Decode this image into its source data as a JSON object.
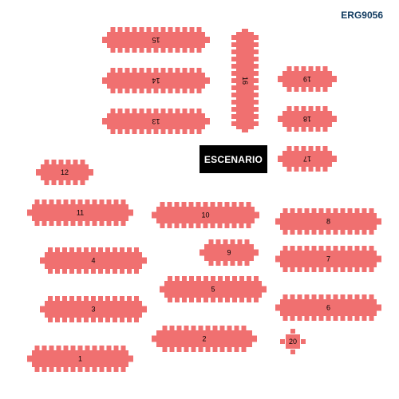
{
  "header": {
    "code": "ERG9056"
  },
  "stage": {
    "label": "ESCENARIO"
  },
  "colors": {
    "table": "#f07070",
    "stage_bg": "#000000",
    "stage_text": "#ffffff",
    "code_text": "#0f3a5f"
  },
  "tables": [
    {
      "label": "15",
      "orientation": "horizontal",
      "rotated": true,
      "sides": 2
    },
    {
      "label": "14",
      "orientation": "horizontal",
      "rotated": true,
      "sides": 2
    },
    {
      "label": "13",
      "orientation": "horizontal",
      "rotated": true,
      "sides": 2
    },
    {
      "label": "16",
      "orientation": "vertical",
      "rotated": true,
      "sides": 2
    },
    {
      "label": "19",
      "orientation": "horizontal",
      "rotated": true,
      "sides": 2
    },
    {
      "label": "18",
      "orientation": "horizontal",
      "rotated": true,
      "sides": 2
    },
    {
      "label": "17",
      "orientation": "horizontal",
      "rotated": true,
      "sides": 2
    },
    {
      "label": "12",
      "orientation": "horizontal",
      "rotated": false,
      "sides": 2
    },
    {
      "label": "11",
      "orientation": "horizontal",
      "rotated": false,
      "sides": 2
    },
    {
      "label": "10",
      "orientation": "horizontal",
      "rotated": false,
      "sides": 2
    },
    {
      "label": "8",
      "orientation": "horizontal",
      "rotated": false,
      "sides": 2
    },
    {
      "label": "4",
      "orientation": "horizontal",
      "rotated": false,
      "sides": 2
    },
    {
      "label": "9",
      "orientation": "horizontal",
      "rotated": false,
      "sides": 2
    },
    {
      "label": "7",
      "orientation": "horizontal",
      "rotated": false,
      "sides": 2
    },
    {
      "label": "5",
      "orientation": "horizontal",
      "rotated": false,
      "sides": 2
    },
    {
      "label": "3",
      "orientation": "horizontal",
      "rotated": false,
      "sides": 2
    },
    {
      "label": "6",
      "orientation": "horizontal",
      "rotated": false,
      "sides": 2
    },
    {
      "label": "2",
      "orientation": "horizontal",
      "rotated": false,
      "sides": 2
    },
    {
      "label": "20",
      "orientation": "square",
      "rotated": false,
      "sides": 4
    },
    {
      "label": "1",
      "orientation": "horizontal",
      "rotated": false,
      "sides": 2
    }
  ]
}
